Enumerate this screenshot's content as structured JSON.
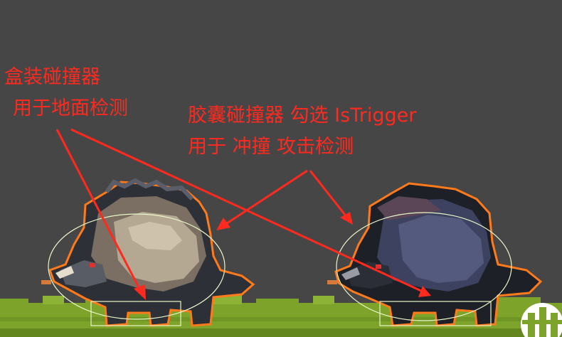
{
  "annotations": {
    "box_collider_title": "盒装碰撞器",
    "box_collider_usage": "用于地面检测",
    "capsule_collider_title": "胶囊碰撞器 勾选 IsTrigger",
    "capsule_collider_usage": "用于 冲撞 攻击检测"
  },
  "colors": {
    "background": "#464646",
    "annotation_red": "#ff2a1f",
    "grass": "#7da32a",
    "collider_outline": "#e8f5c8",
    "sprite_outline": "#ff7a1a",
    "boar_light": "#a99b86",
    "boar_dark": "#3a3f57"
  },
  "sprites": [
    "boar-light",
    "boar-dark"
  ]
}
